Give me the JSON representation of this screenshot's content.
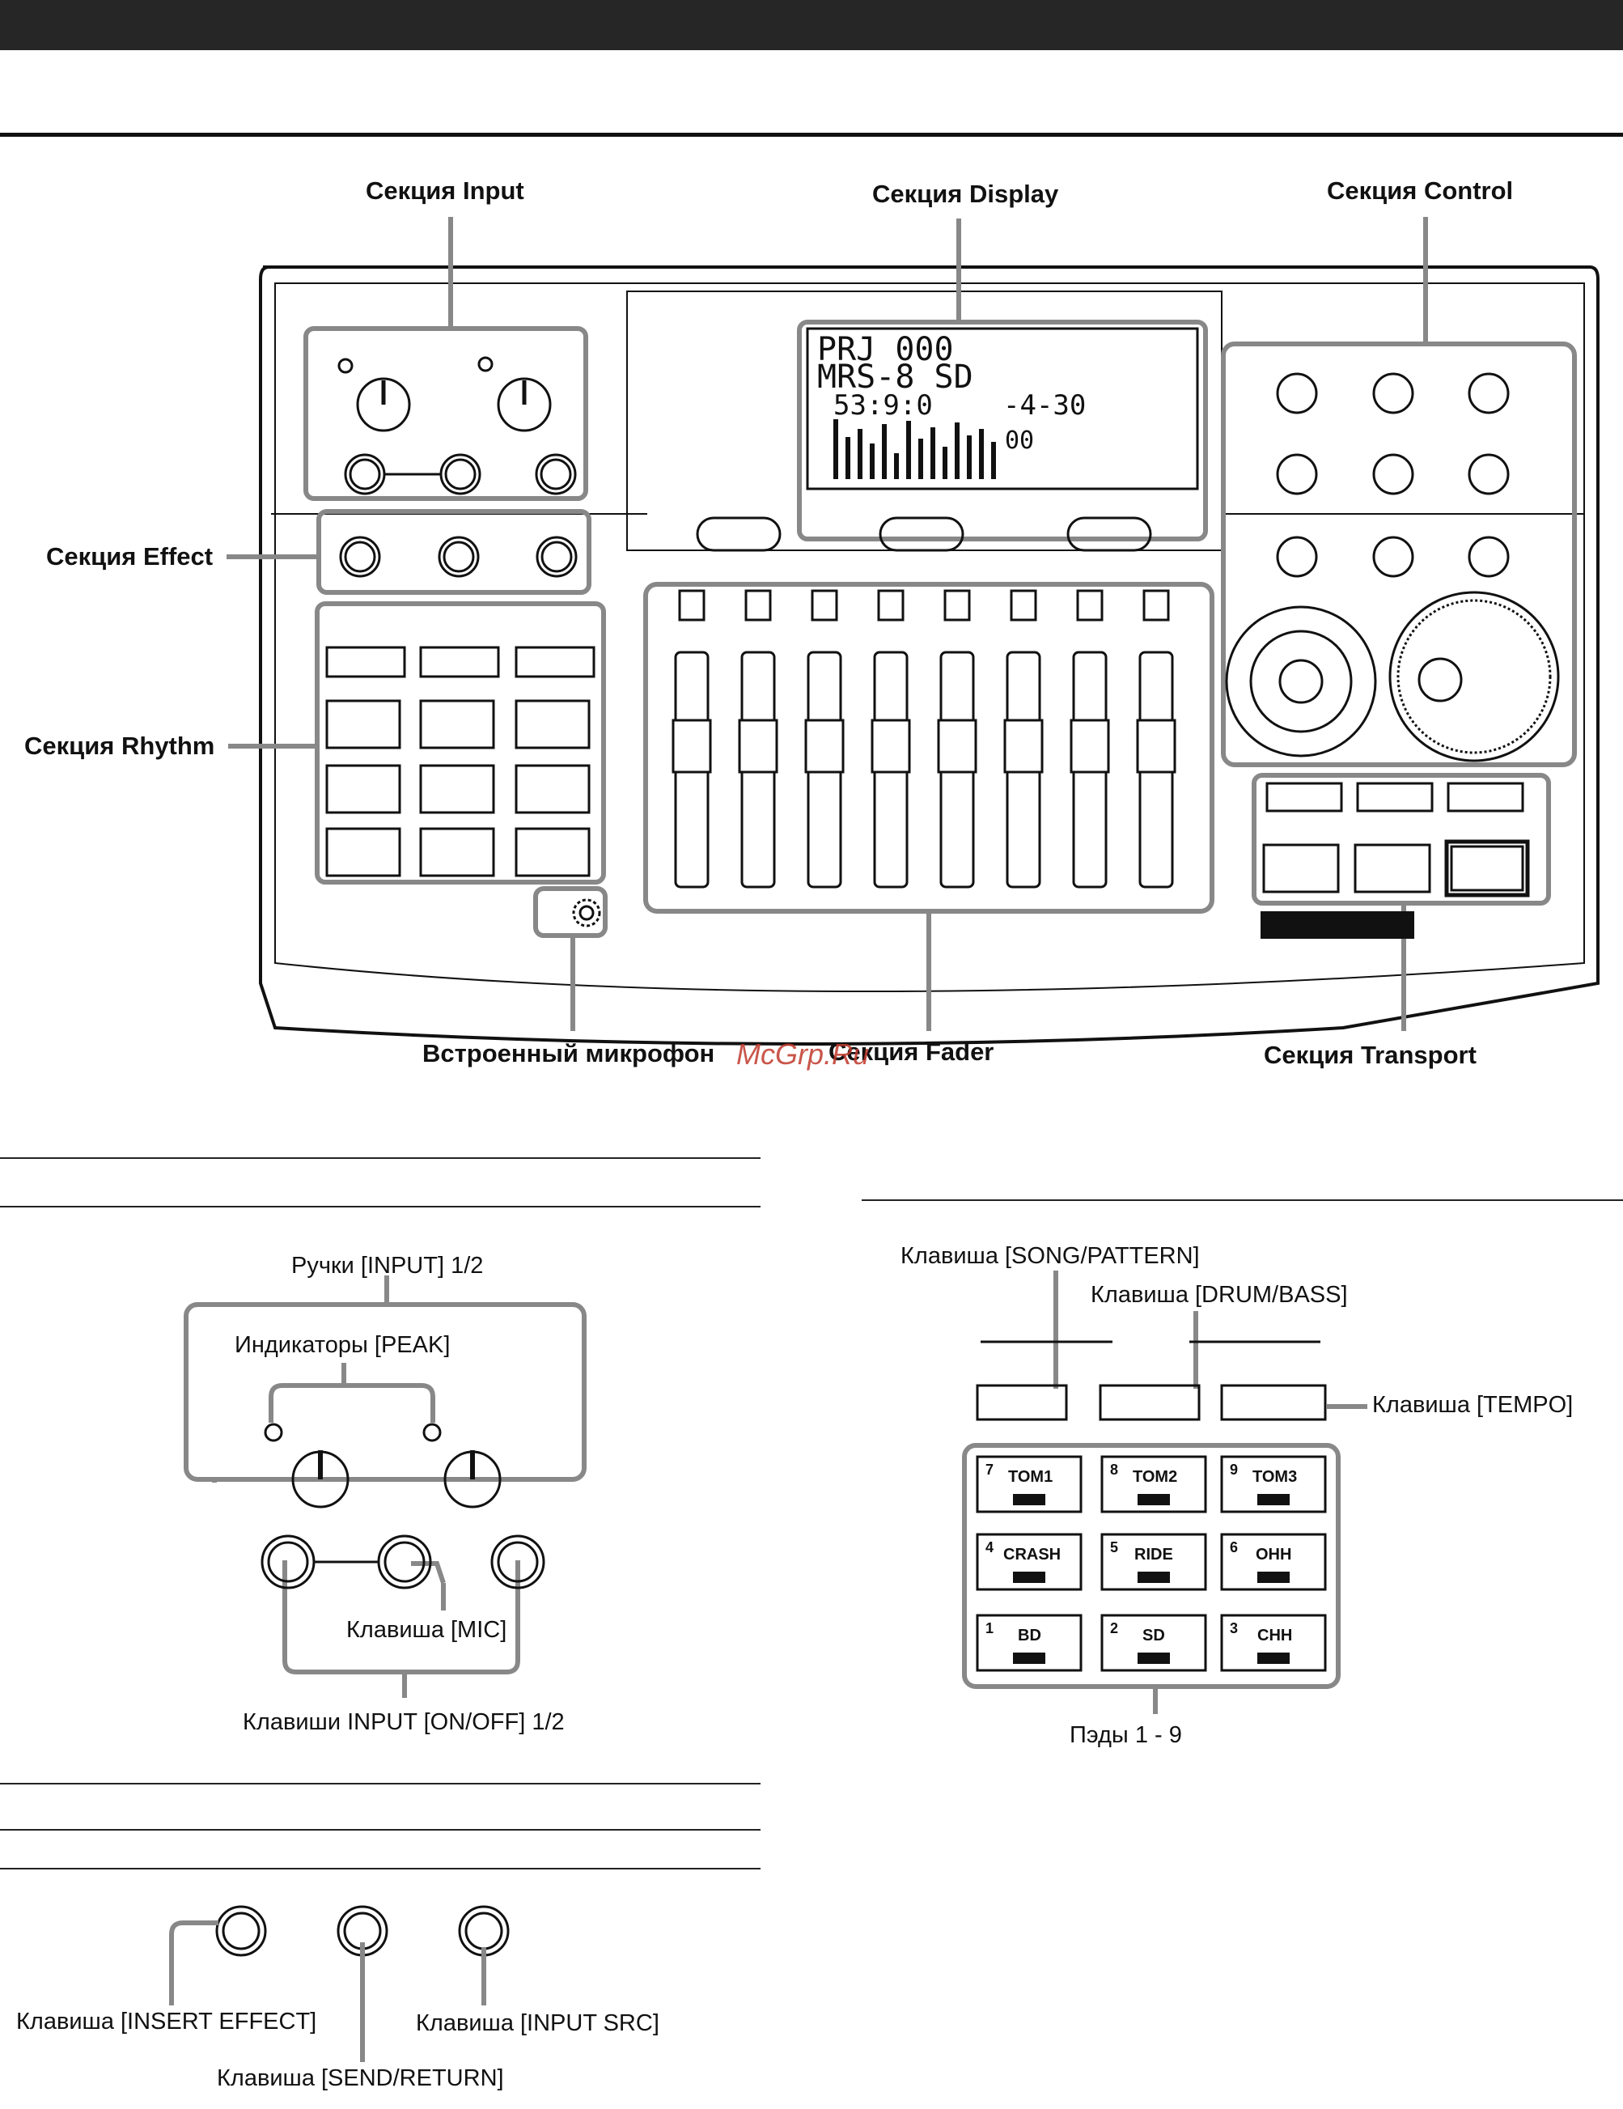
{
  "colors": {
    "topbar": "#262626",
    "ink": "#111111",
    "frame": "#888888",
    "watermark": "#c0392b"
  },
  "overview": {
    "labels": {
      "input": "Секция Input",
      "display": "Секция Display",
      "control": "Секция Control",
      "effect": "Секция Effect",
      "rhythm": "Секция Rhythm",
      "mic": "Встроенный микрофон",
      "fader": "Секция Fader",
      "transport": "Секция Transport"
    },
    "lcd": {
      "line1": "PRJ 000",
      "line2": "MRS-8 SD",
      "counter": "53:9:0",
      "position": "-4-30",
      "level": "00"
    }
  },
  "input_detail": {
    "knobs": "Ручки [INPUT] 1/2",
    "peak": "Индикаторы [PEAK]",
    "mic": "Клавиша [MIC]",
    "onoff": "Клавиши INPUT [ON/OFF] 1/2"
  },
  "rhythm_detail": {
    "song_pattern": "Клавиша [SONG/PATTERN]",
    "drum_bass": "Клавиша [DRUM/BASS]",
    "tempo": "Клавиша [TEMPO]",
    "pads": "Пэды 1 - 9",
    "pad_names": [
      "TOM1",
      "TOM2",
      "TOM3",
      "CRASH",
      "RIDE",
      "OHH",
      "BD",
      "SD",
      "CHH"
    ],
    "pad_numbers": [
      "7",
      "8",
      "9",
      "4",
      "5",
      "6",
      "1",
      "2",
      "3"
    ]
  },
  "effect_detail": {
    "insert": "Клавиша [INSERT EFFECT]",
    "input_src": "Клавиша [INPUT SRC]",
    "send_return": "Клавиша [SEND/RETURN]"
  },
  "watermark": "McGrp.Ru"
}
